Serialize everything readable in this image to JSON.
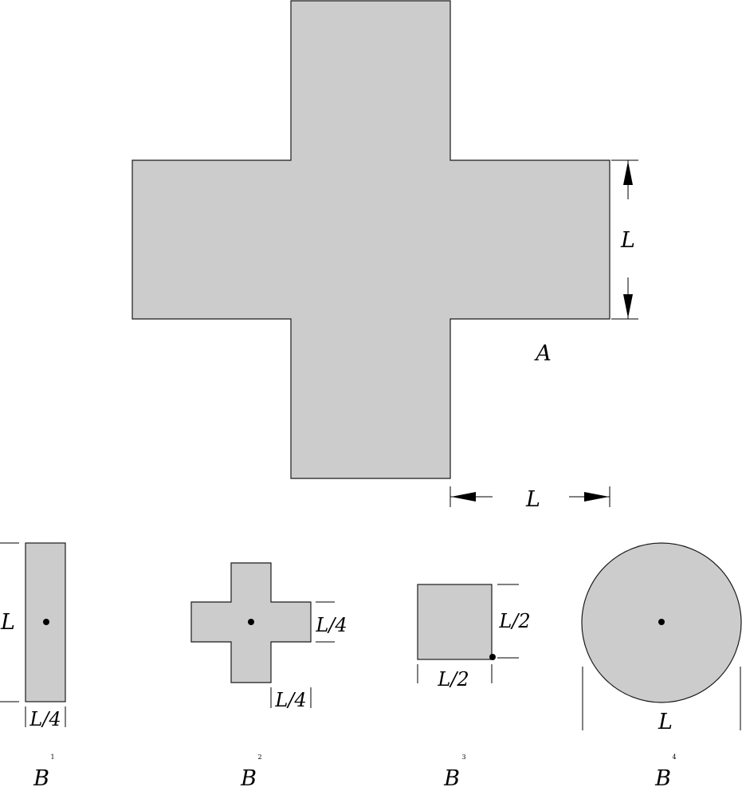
{
  "figure_A": {
    "label": "A",
    "height_dim_label": "L",
    "width_dim_label": "L"
  },
  "figures_B": [
    {
      "letter": "B",
      "index": "1",
      "dim_left": "L",
      "dim_bottom": "L/4"
    },
    {
      "letter": "B",
      "index": "2",
      "dim_right": "L/4",
      "dim_bottom": "L/4"
    },
    {
      "letter": "B",
      "index": "3",
      "dim_right": "L/2",
      "dim_bottom": "L/2"
    },
    {
      "letter": "B",
      "index": "4",
      "dim_bottom": "L"
    }
  ],
  "colors": {
    "fill": "#cccccc",
    "stroke": "#1a1a1a",
    "ink": "#000000"
  }
}
